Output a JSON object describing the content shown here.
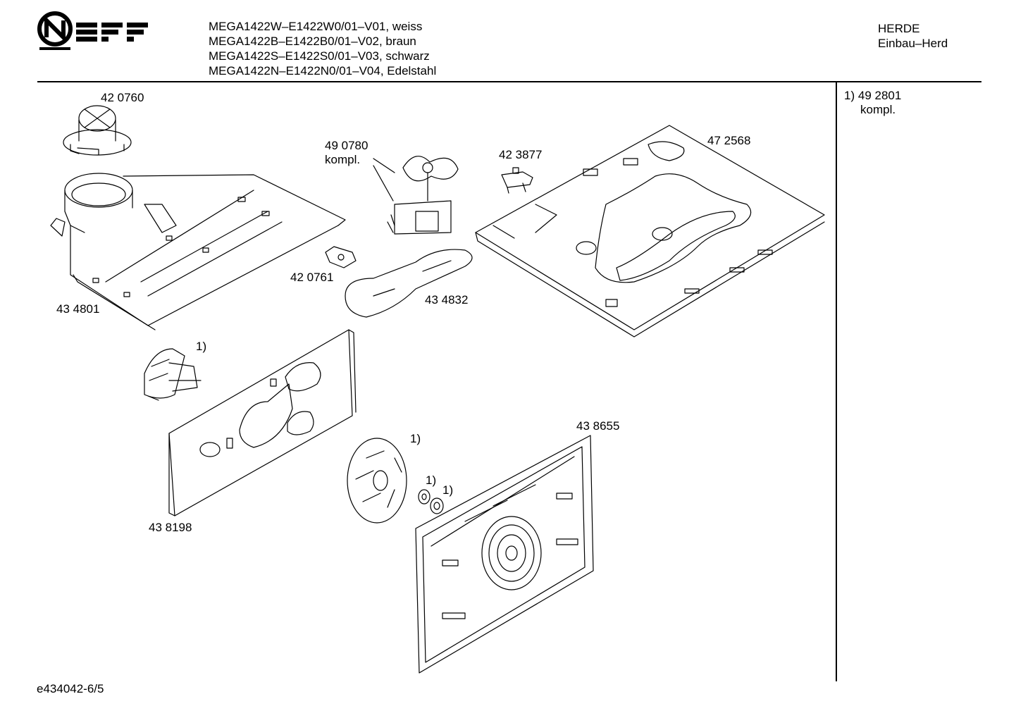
{
  "header": {
    "brand": "NEFF",
    "models": [
      "MEGA1422W–E1422W0/01–V01, weiss",
      "MEGA1422B–E1422B0/01–V02, braun",
      "MEGA1422S–E1422S0/01–V03, schwarz",
      "MEGA1422N–E1422N0/01–V04, Edelstahl"
    ],
    "category": "HERDE",
    "subcategory": "Einbau–Herd"
  },
  "note": {
    "marker": "1)",
    "part": "49 2801",
    "text": "kompl."
  },
  "labels": {
    "p420760": "42 0760",
    "p490780": "49 0780",
    "p490780_kompl": "kompl.",
    "p423877": "42 3877",
    "p472568": "47 2568",
    "p420761": "42 0761",
    "p434801": "43 4801",
    "p434832": "43 4832",
    "ref1_a": "1)",
    "ref1_b": "1)",
    "ref1_c": "1)",
    "ref1_d": "1)",
    "p438655": "43 8655",
    "p438198": "43 8198"
  },
  "footer": {
    "doc_id": "e434042-6/5"
  }
}
